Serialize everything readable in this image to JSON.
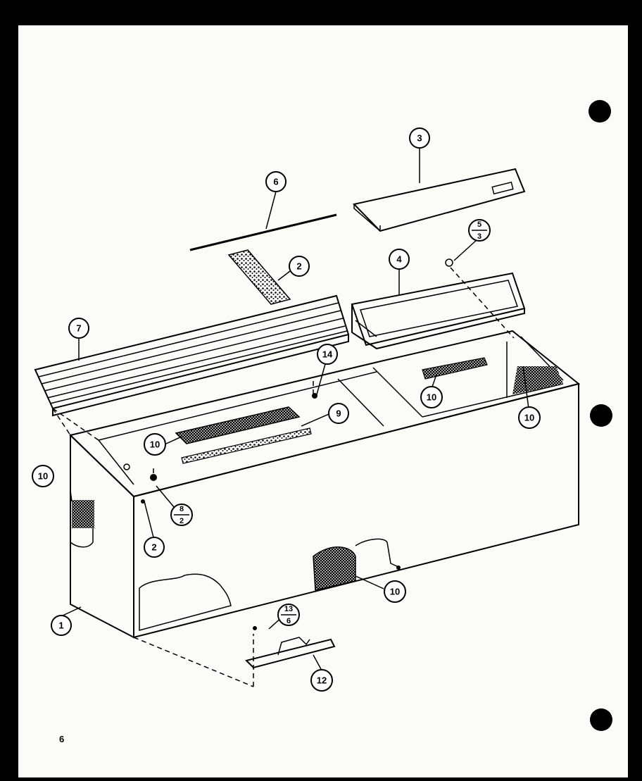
{
  "diagram": {
    "page_number": "6",
    "callouts": [
      {
        "id": "c3",
        "label": "3"
      },
      {
        "id": "c6",
        "label": "6"
      },
      {
        "id": "c5-3",
        "top": "5",
        "bottom": "3"
      },
      {
        "id": "c2a",
        "label": "2"
      },
      {
        "id": "c4",
        "label": "4"
      },
      {
        "id": "c7",
        "label": "7"
      },
      {
        "id": "c14",
        "label": "14"
      },
      {
        "id": "c9",
        "label": "9"
      },
      {
        "id": "c10a",
        "label": "10"
      },
      {
        "id": "c10b",
        "label": "10"
      },
      {
        "id": "c10c",
        "label": "10"
      },
      {
        "id": "c10d",
        "label": "10"
      },
      {
        "id": "c10e",
        "label": "10"
      },
      {
        "id": "c8-2",
        "top": "8",
        "bottom": "2"
      },
      {
        "id": "c2b",
        "label": "2"
      },
      {
        "id": "c1",
        "label": "1"
      },
      {
        "id": "c13-6",
        "top": "13",
        "bottom": "6"
      },
      {
        "id": "c12",
        "label": "12"
      }
    ]
  }
}
